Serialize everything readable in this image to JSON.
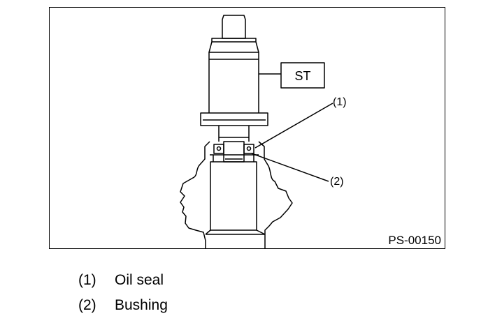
{
  "figure": {
    "tool_label": "ST",
    "callouts": [
      "(1)",
      "(2)"
    ],
    "figure_id": "PS-00150"
  },
  "legend": {
    "items": [
      {
        "number": "(1)",
        "label": "Oil seal"
      },
      {
        "number": "(2)",
        "label": "Bushing"
      }
    ]
  }
}
